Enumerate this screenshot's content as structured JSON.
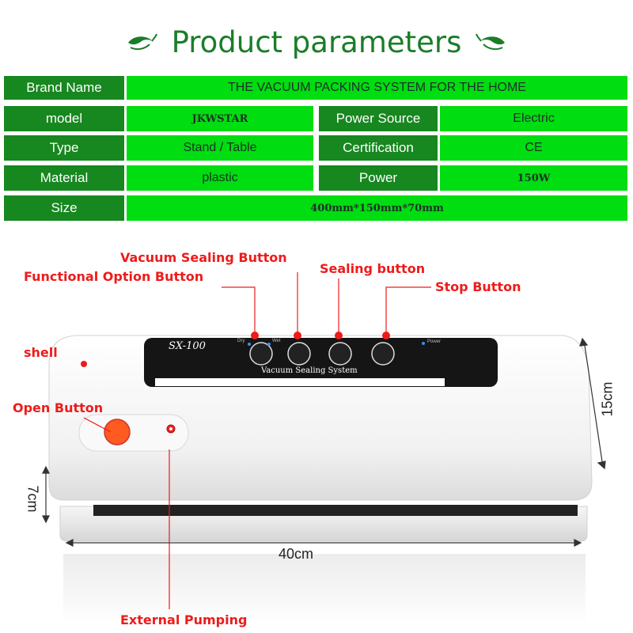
{
  "title": "Product parameters",
  "table": {
    "rows": [
      {
        "label": "Brand Name",
        "value": "THE VACUUM PACKING SYSTEM FOR THE HOME"
      },
      {
        "label": "model",
        "value": "JKWSTAR",
        "label2": "Power Source",
        "value2": "Electric"
      },
      {
        "label": "Type",
        "value": "Stand / Table",
        "label2": "Certification",
        "value2": "CE"
      },
      {
        "label": "Material",
        "value": "plastic",
        "label2": "Power",
        "value2": "150W"
      },
      {
        "label": "Size",
        "value": "400mm*150mm*70mm"
      }
    ]
  },
  "device": {
    "model_label": "SX-100",
    "system_label": "Vacuum Sealing System",
    "panel_small": {
      "dry": "Dry",
      "wet": "Wet",
      "power": "Power"
    }
  },
  "callouts": {
    "vacuum_sealing": "Vacuum Sealing Button",
    "functional_option": "Functional Option Button",
    "sealing": "Sealing button",
    "stop": "Stop Button",
    "shell": "shell",
    "open": "Open Button",
    "external": "External Pumping"
  },
  "dimensions": {
    "height": "15cm",
    "depth": "7cm",
    "width": "40cm"
  },
  "colors": {
    "header_green": "#17871f",
    "value_green": "#00dd10",
    "callout_red": "#ee1b1b",
    "title_green": "#1b7d2a"
  }
}
